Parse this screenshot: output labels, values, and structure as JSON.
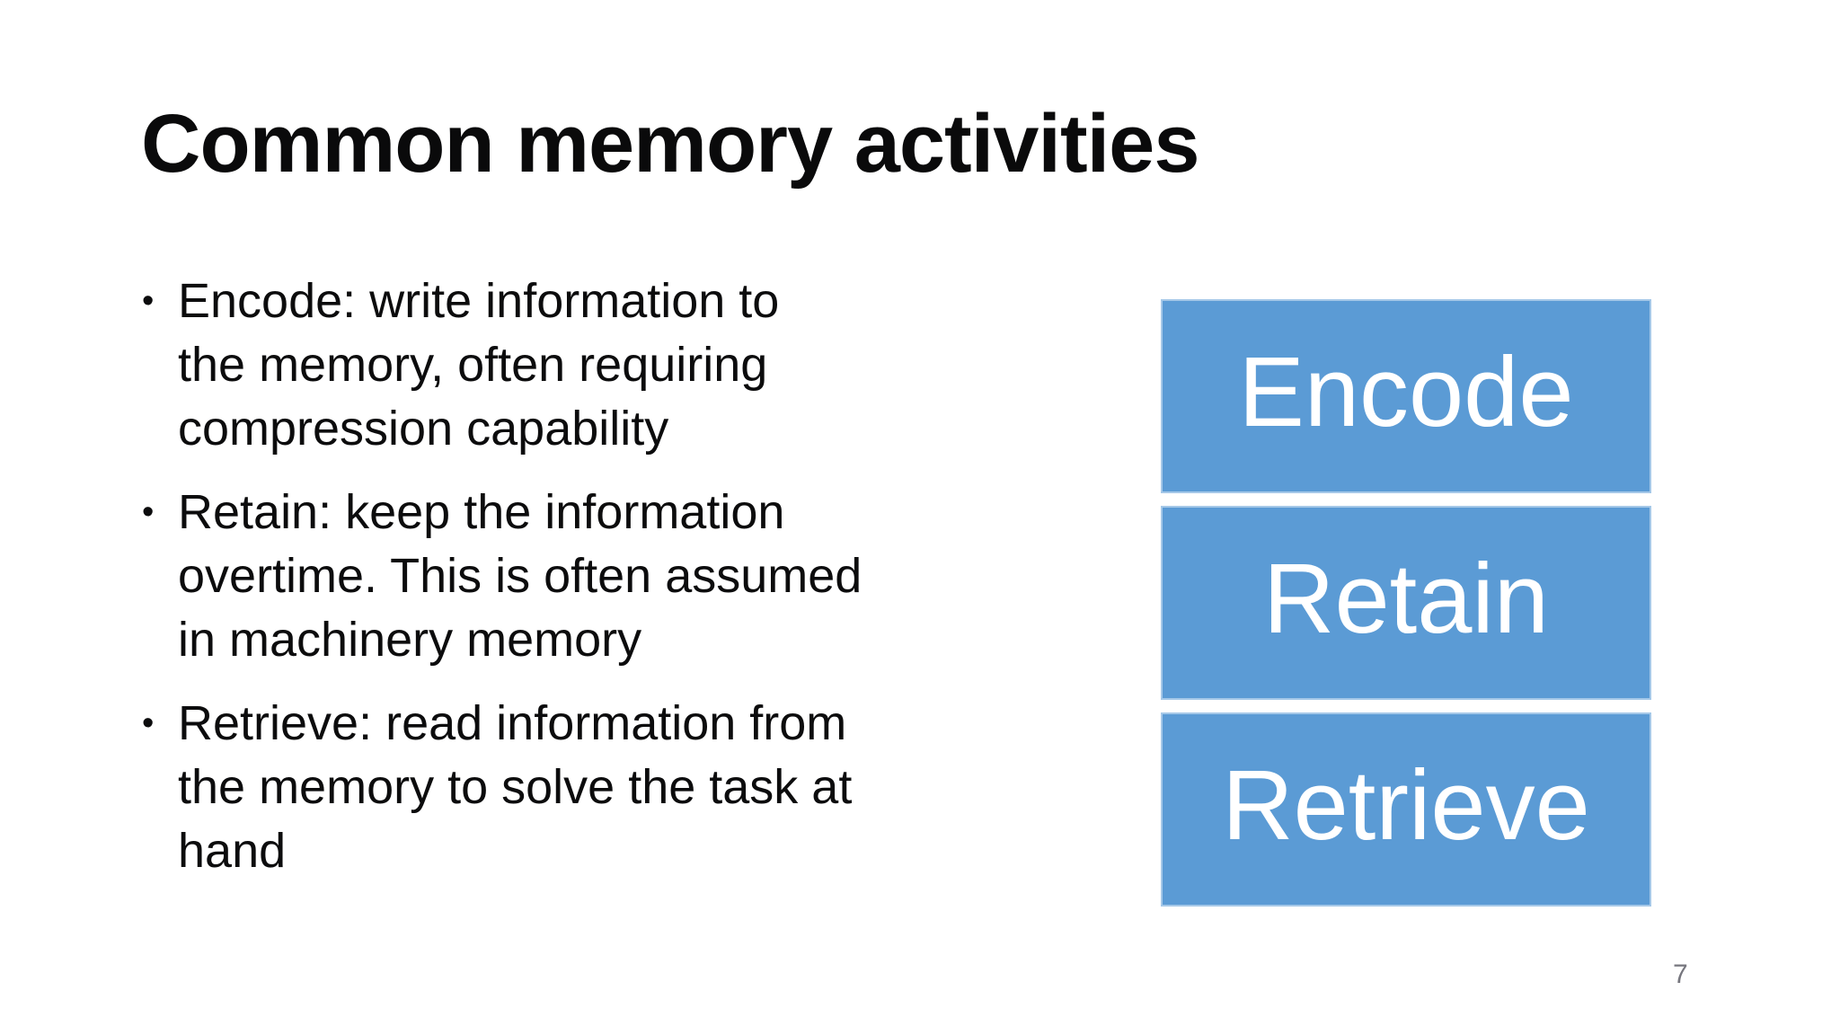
{
  "slide": {
    "title": "Common memory activities",
    "bullet_char": "•",
    "bullets": [
      {
        "text": "Encode: write information to\nthe memory, often requiring\ncompression capability"
      },
      {
        "text": "Retain: keep the information\novertime. This is often assumed\nin machinery memory"
      },
      {
        "text": "Retrieve: read information from\nthe memory to solve the task at\nhand"
      }
    ],
    "boxes": [
      {
        "label": "Encode"
      },
      {
        "label": "Retain"
      },
      {
        "label": "Retrieve"
      }
    ],
    "page_number": "7",
    "colors": {
      "background": "#FFFFFF",
      "title_text": "#0A0A0B",
      "body_text": "#0C0C0D",
      "box_fill": "#5B9BD5",
      "box_text": "#FFFFFF",
      "page_number_text": "#76767E"
    }
  }
}
